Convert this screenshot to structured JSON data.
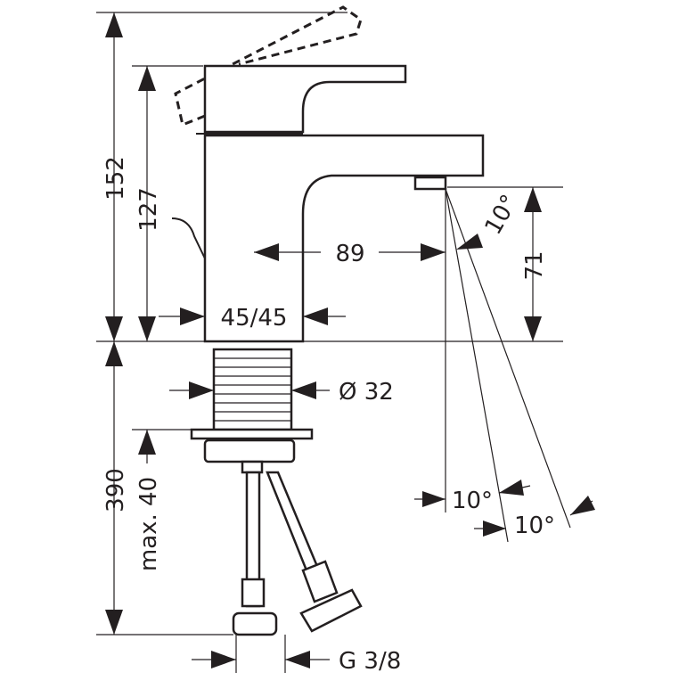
{
  "dimensions": {
    "total_height": "152",
    "spout_height_to_lever": "127",
    "spout_reach": "89",
    "spout_clearance": "71",
    "body_size": "45/45",
    "shank_diameter": "Ø 32",
    "hose_length": "390",
    "max_counter_thickness": "max. 40",
    "spray_angle_top": "10°",
    "spray_angle_left": "10°",
    "spray_angle_right": "10°",
    "connection_thread": "G 3/8"
  }
}
